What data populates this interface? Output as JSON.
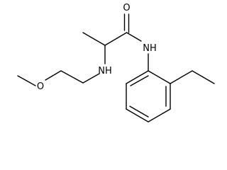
{
  "structure": {
    "atoms": {
      "carbonyl_oxygen": "O",
      "amide_nitrogen": "NH",
      "amine_nitrogen": "NH",
      "ether_oxygen": "O"
    }
  },
  "colors": {
    "bond": "#000000",
    "label": "#000000",
    "background": "#ffffff"
  }
}
